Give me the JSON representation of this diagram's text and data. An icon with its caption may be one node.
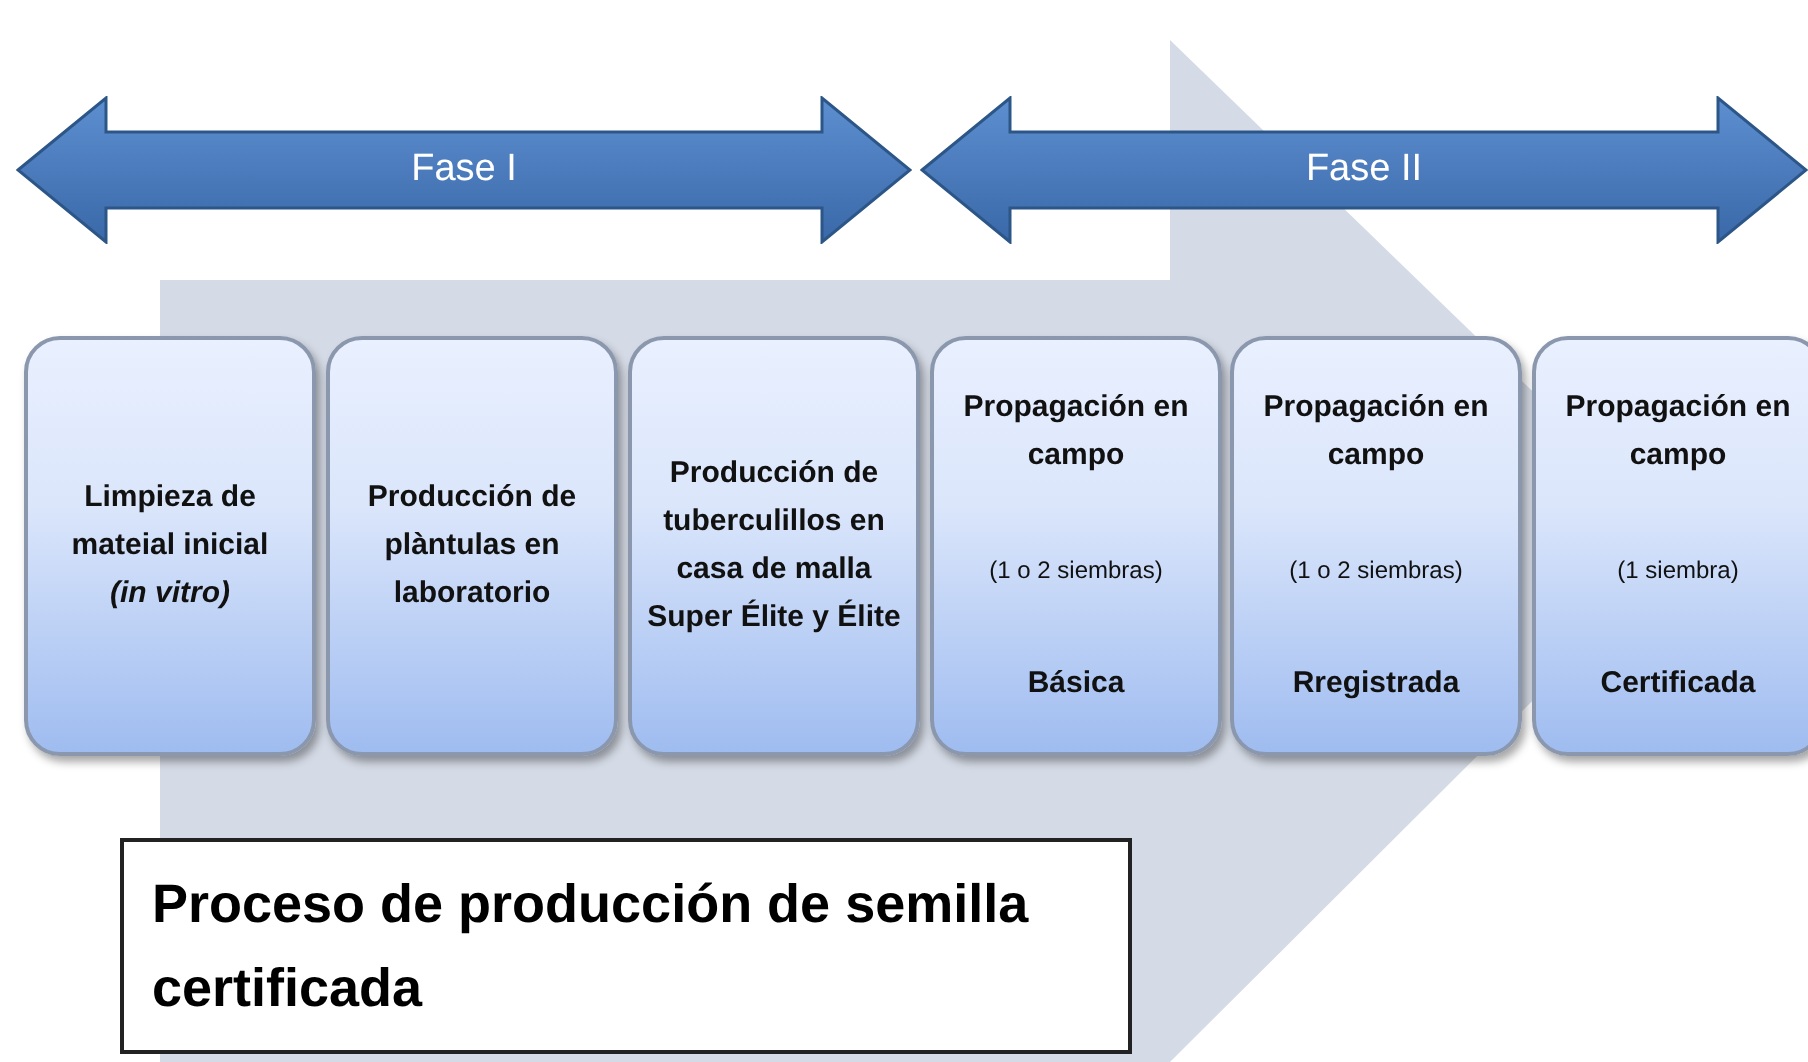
{
  "diagram": {
    "nodes": [
      {
        "text": [
          "Fase I"
        ]
      },
      {
        "text": [
          "Fase II"
        ]
      },
      {
        "text": [
          "Limpieza de mateial inicial",
          "(in vitro)"
        ]
      },
      {
        "text": [
          "Producción de plàntulas en laboratorio"
        ]
      },
      {
        "text": [
          "Producción de tuberculillos en casa de malla",
          "Super Élite y Élite"
        ]
      },
      {
        "text": [
          "Propagación en campo",
          "(1 o 2 siembras)",
          "Básica"
        ]
      },
      {
        "text": [
          "Propagación en campo",
          "(1 o 2 siembras)",
          "Rregistrada"
        ]
      },
      {
        "text": [
          "Propagación en campo",
          "(1 siembra)",
          "Certificada"
        ]
      },
      {
        "text": [
          "Proceso de producción de semilla certificada"
        ]
      }
    ]
  }
}
